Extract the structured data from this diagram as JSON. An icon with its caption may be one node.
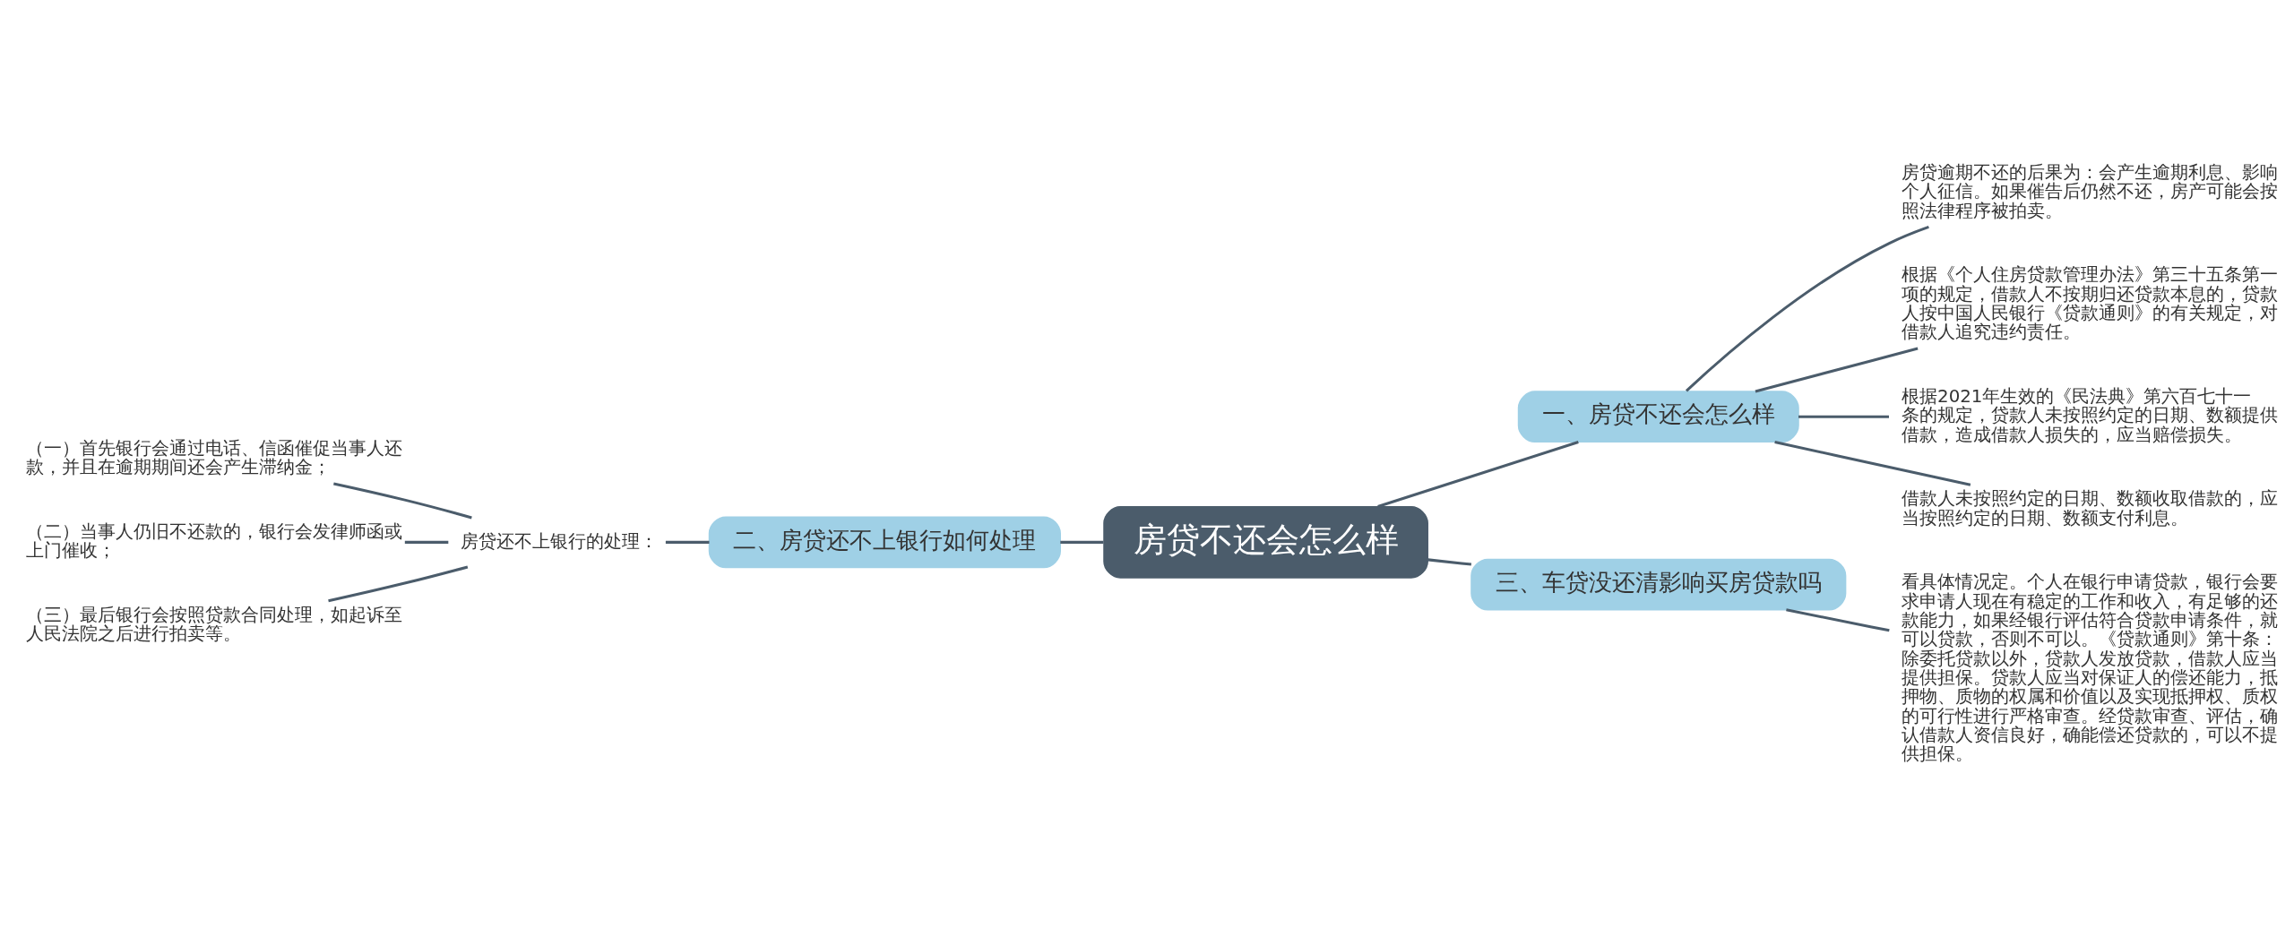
{
  "diagram": {
    "nodes": [
      {
        "text": [
          "房贷不还会怎么样"
        ]
      },
      {
        "text": [
          "一、房贷不还会怎么样"
        ]
      },
      {
        "text": [
          "房贷逾期不还的后果为：会产生逾期利息、影响个人征信。如果催告后仍然不还，房产可能会按照法律程序被拍卖。"
        ]
      },
      {
        "text": [
          "根据《个人住房贷款管理办法》第三十五条第一项的规定，借款人不按期归还贷款本息的，贷款人按中国人民银行《贷款通则》的有关规定，对借款人追究违约责任。"
        ]
      },
      {
        "text": [
          "根据2021年生效的《民法典》第六百七十一条的规定，贷款人未按照约定的日期、数额提供借款，造成借款人损失的，应当赔偿损失。"
        ]
      },
      {
        "text": [
          "借款人未按照约定的日期、数额收取借款的，应当按照约定的日期、数额支付利息。"
        ]
      },
      {
        "text": [
          "三、车贷没还清影响买房贷款吗"
        ]
      },
      {
        "text": [
          "看具体情况定。个人在银行申请贷款，银行会要求申请人现在有稳定的工作和收入，有足够的还款能力，如果经银行评估符合贷款申请条件，就可以贷款，否则不可以。《贷款通则》第十条：除委托贷款以外，贷款人发放贷款，借款人应当提供担保。贷款人应当对保证人的偿还能力，抵押物、质物的权属和价值以及实现抵押权、质权的可行性进行严格审查。经贷款审查、评估，确认借款人资信良好，确能偿还贷款的，可以不提供担保。"
        ]
      },
      {
        "text": [
          "二、房贷还不上银行如何处理"
        ]
      },
      {
        "text": [
          "房贷还不上银行的处理："
        ]
      },
      {
        "text": [
          "（一）首先银行会通过电话、信函催促当事人还款，并且在逾期期间还会产生滞纳金；"
        ]
      },
      {
        "text": [
          "（二）当事人仍旧不还款的，银行会发律师函或上门催收；"
        ]
      },
      {
        "text": [
          "（三）最后银行会按照贷款合同处理，如起诉至人民法院之后进行拍卖等。"
        ]
      }
    ],
    "edges": [
      {
        "from": 0,
        "to": 1,
        "arrow": "none"
      },
      {
        "from": 1,
        "to": 2,
        "arrow": "none"
      },
      {
        "from": 1,
        "to": 3,
        "arrow": "none"
      },
      {
        "from": 1,
        "to": 4,
        "arrow": "none"
      },
      {
        "from": 1,
        "to": 5,
        "arrow": "none"
      },
      {
        "from": 0,
        "to": 6,
        "arrow": "none"
      },
      {
        "from": 6,
        "to": 7,
        "arrow": "none"
      },
      {
        "from": 0,
        "to": 8,
        "arrow": "none"
      },
      {
        "from": 8,
        "to": 9,
        "arrow": "none"
      },
      {
        "from": 9,
        "to": 10,
        "arrow": "none"
      },
      {
        "from": 9,
        "to": 11,
        "arrow": "none"
      },
      {
        "from": 9,
        "to": 12,
        "arrow": "none"
      }
    ]
  }
}
